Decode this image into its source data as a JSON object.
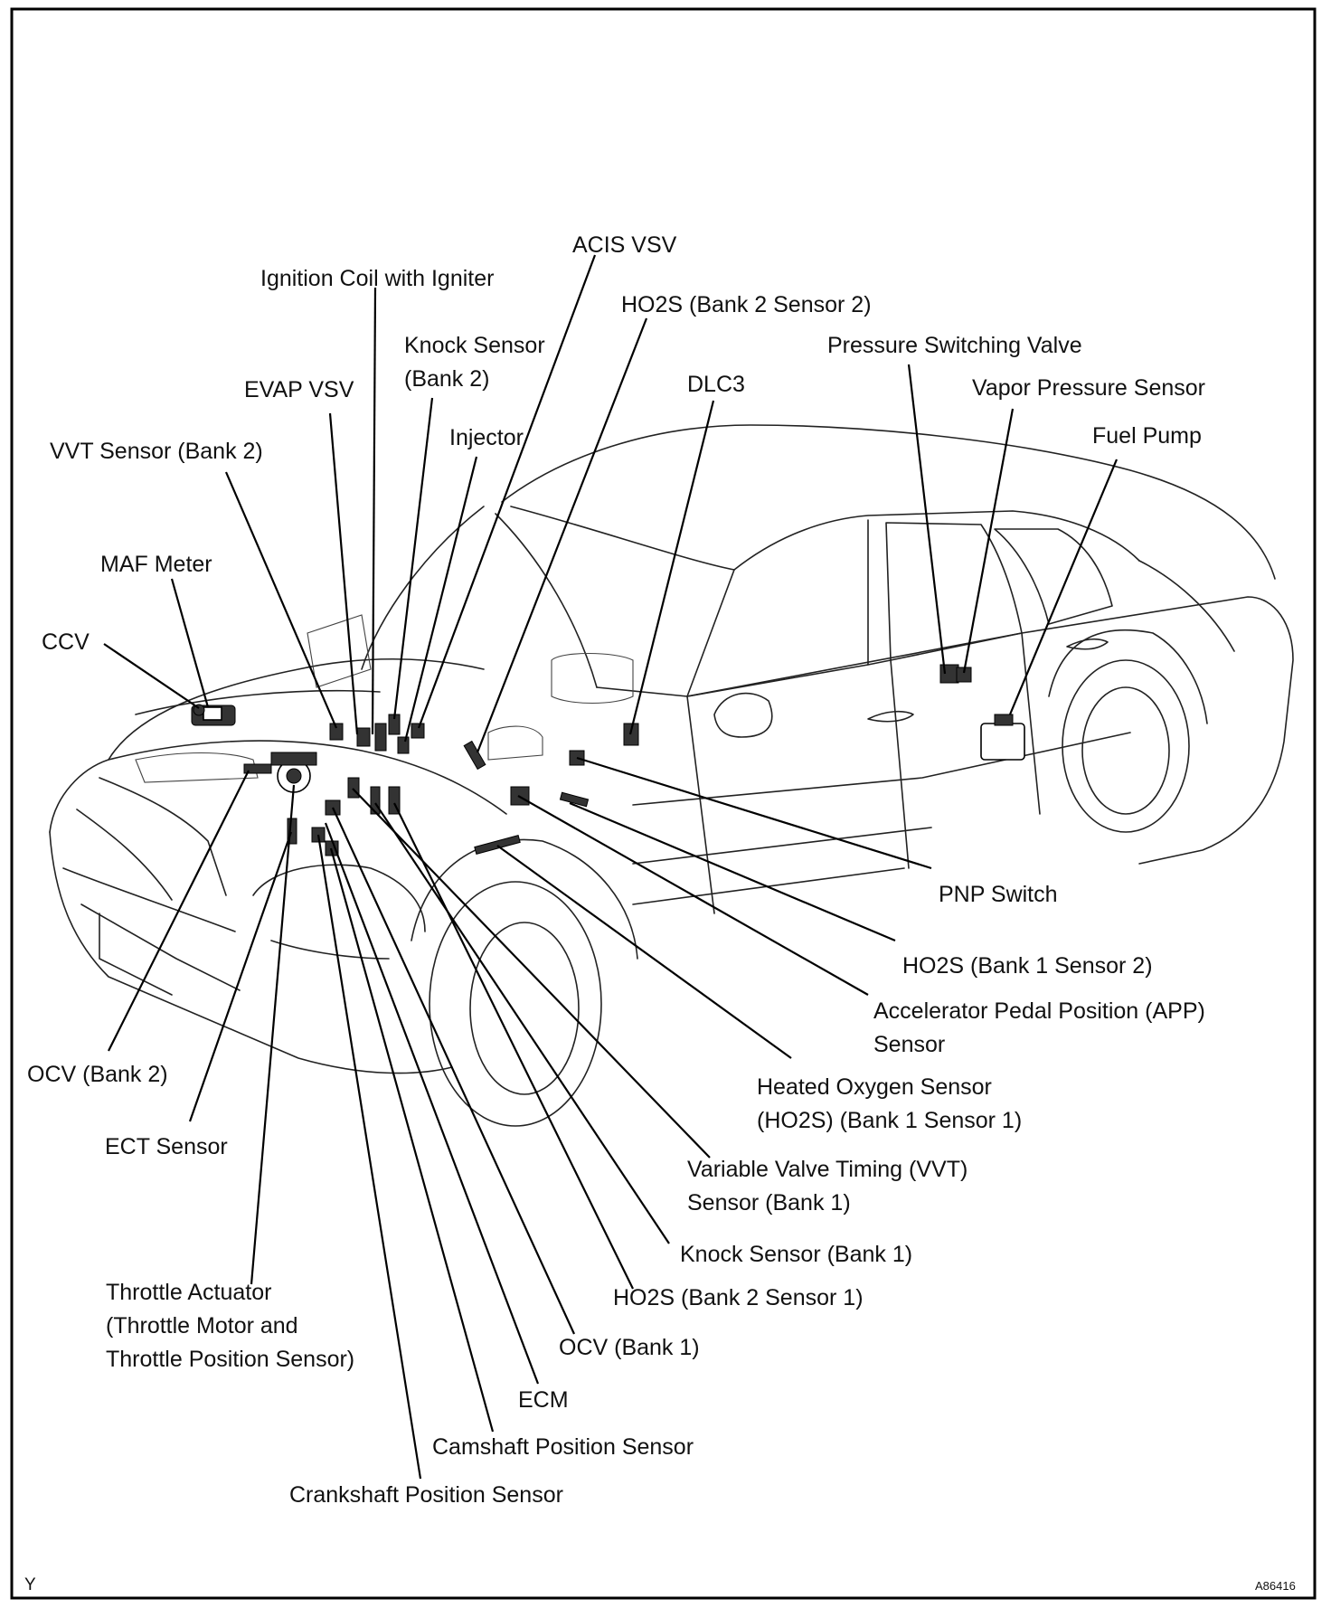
{
  "labels": {
    "acis_vsv": "ACIS VSV",
    "ignition_coil": "Ignition Coil with Igniter",
    "ho2s_b2s2": "HO2S (Bank 2 Sensor 2)",
    "knock_b2_l1": "Knock Sensor",
    "knock_b2_l2": "(Bank 2)",
    "pressure_switching_valve": "Pressure Switching Valve",
    "evap_vsv": "EVAP VSV",
    "dlc3": "DLC3",
    "vapor_pressure_sensor": "Vapor Pressure Sensor",
    "injector": "Injector",
    "vvt_b2": "VVT Sensor (Bank 2)",
    "fuel_pump": "Fuel Pump",
    "maf_meter": "MAF Meter",
    "ccv": "CCV",
    "pnp_switch": "PNP Switch",
    "ho2s_b1s2": "HO2S (Bank 1 Sensor 2)",
    "app_l1": "Accelerator Pedal Position (APP)",
    "app_l2": "Sensor",
    "ocv_b2": "OCV (Bank 2)",
    "heated_o2_l1": "Heated Oxygen Sensor",
    "heated_o2_l2": "(HO2S) (Bank 1 Sensor 1)",
    "ect_sensor": "ECT Sensor",
    "vvt_b1_l1": "Variable Valve Timing (VVT)",
    "vvt_b1_l2": "Sensor (Bank 1)",
    "knock_b1": "Knock Sensor (Bank 1)",
    "throttle_l1": "Throttle Actuator",
    "throttle_l2": "(Throttle Motor and",
    "throttle_l3": "Throttle Position Sensor)",
    "ho2s_b2s1": "HO2S (Bank 2 Sensor 1)",
    "ocv_b1": "OCV (Bank 1)",
    "ecm": "ECM",
    "camshaft": "Camshaft Position Sensor",
    "crankshaft": "Crankshaft Position Sensor"
  },
  "corner_left": "Y",
  "corner_right": "A86416"
}
